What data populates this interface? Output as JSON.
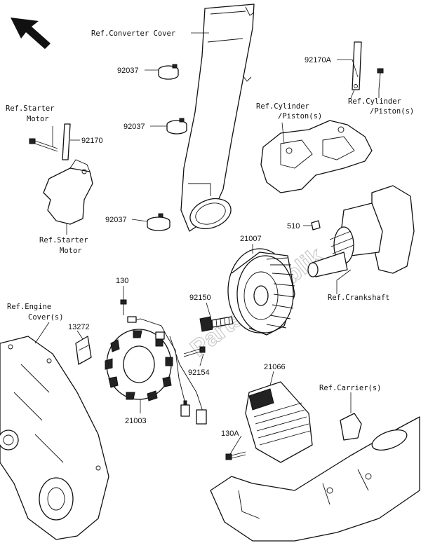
{
  "watermark": "PartsRepublik",
  "labels": {
    "ref_converter_cover": "Ref.Converter Cover",
    "ref_starter_motor_top_1": "Ref.Starter",
    "ref_starter_motor_top_2": "Motor",
    "ref_starter_motor_bottom_1": "Ref.Starter",
    "ref_starter_motor_bottom_2": "Motor",
    "ref_cylinder_left_1": "Ref.Cylinder",
    "ref_cylinder_left_2": "/Piston(s)",
    "ref_cylinder_right_1": "Ref.Cylinder",
    "ref_cylinder_right_2": "/Piston(s)",
    "ref_crankshaft": "Ref.Crankshaft",
    "ref_engine_cover_1": "Ref.Engine",
    "ref_engine_cover_2": "Cover(s)",
    "ref_carrier": "Ref.Carrier(s)"
  },
  "parts": {
    "p92037_a": "92037",
    "p92037_b": "92037",
    "p92037_c": "92037",
    "p92170a": "92170A",
    "p92170": "92170",
    "p510": "510",
    "p21007": "21007",
    "p130": "130",
    "p92150": "92150",
    "p13272": "13272",
    "p92154": "92154",
    "p21003": "21003",
    "p21066": "21066",
    "p130a": "130A"
  }
}
